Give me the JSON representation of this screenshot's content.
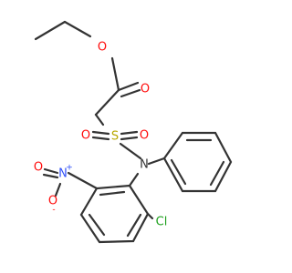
{
  "molecule": {
    "atoms": {
      "ester_o_single": {
        "symbol": "O",
        "color": "#ff0d0d"
      },
      "ester_o_double": {
        "symbol": "O",
        "color": "#ff0d0d"
      },
      "sulfur": {
        "symbol": "S",
        "color": "#b8a800"
      },
      "sulfonyl_o_left": {
        "symbol": "O",
        "color": "#ff0d0d"
      },
      "sulfonyl_o_right": {
        "symbol": "O",
        "color": "#ff0d0d"
      },
      "nitrogen": {
        "symbol": "N",
        "color": "#333333"
      },
      "nitro_n": {
        "symbol": "N",
        "color": "#3050f8",
        "charge": "+"
      },
      "nitro_o_left": {
        "symbol": "O",
        "color": "#ff0d0d"
      },
      "nitro_o_down": {
        "symbol": "O",
        "color": "#ff0d0d",
        "charge": "-"
      },
      "chlorine": {
        "symbol": "Cl",
        "color": "#1ea01e"
      }
    },
    "bond_color": "#333333"
  }
}
